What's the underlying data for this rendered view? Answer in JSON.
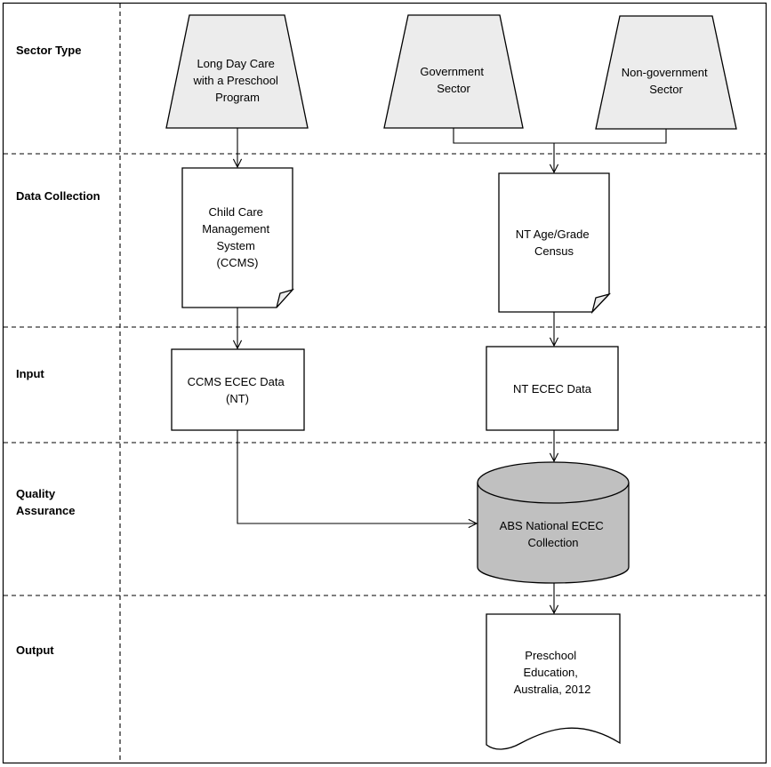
{
  "lanes": [
    {
      "id": "sector-type",
      "label_lines": [
        "Sector Type"
      ]
    },
    {
      "id": "data-collection",
      "label_lines": [
        "Data Collection"
      ]
    },
    {
      "id": "input",
      "label_lines": [
        "Input"
      ]
    },
    {
      "id": "quality-assurance",
      "label_lines": [
        "Quality",
        "Assurance"
      ]
    },
    {
      "id": "output",
      "label_lines": [
        "Output"
      ]
    }
  ],
  "nodes": {
    "long_day_care": {
      "lines": [
        "Long Day Care",
        "with a Preschool",
        "Program"
      ]
    },
    "government_sector": {
      "lines": [
        "Government",
        "Sector"
      ]
    },
    "non_government_sector": {
      "lines": [
        "Non-government",
        "Sector"
      ]
    },
    "ccms": {
      "lines": [
        "Child Care",
        "Management",
        "System",
        "(CCMS)"
      ]
    },
    "nt_census": {
      "lines": [
        "NT Age/Grade",
        "Census"
      ]
    },
    "ccms_ecec_data": {
      "lines": [
        "CCMS ECEC Data",
        "(NT)"
      ]
    },
    "nt_ecec_data": {
      "lines": [
        "NT ECEC Data"
      ]
    },
    "abs_collection": {
      "lines": [
        "ABS National ECEC",
        "Collection"
      ]
    },
    "preschool_output": {
      "lines": [
        "Preschool",
        "Education,",
        "Australia, 2012"
      ]
    }
  },
  "edges": [
    {
      "from": "long_day_care",
      "to": "ccms"
    },
    {
      "from": "government_sector",
      "to": "nt_census"
    },
    {
      "from": "non_government_sector",
      "to": "nt_census"
    },
    {
      "from": "ccms",
      "to": "ccms_ecec_data"
    },
    {
      "from": "nt_census",
      "to": "nt_ecec_data"
    },
    {
      "from": "ccms_ecec_data",
      "to": "abs_collection"
    },
    {
      "from": "nt_ecec_data",
      "to": "abs_collection"
    },
    {
      "from": "abs_collection",
      "to": "preschool_output"
    }
  ]
}
